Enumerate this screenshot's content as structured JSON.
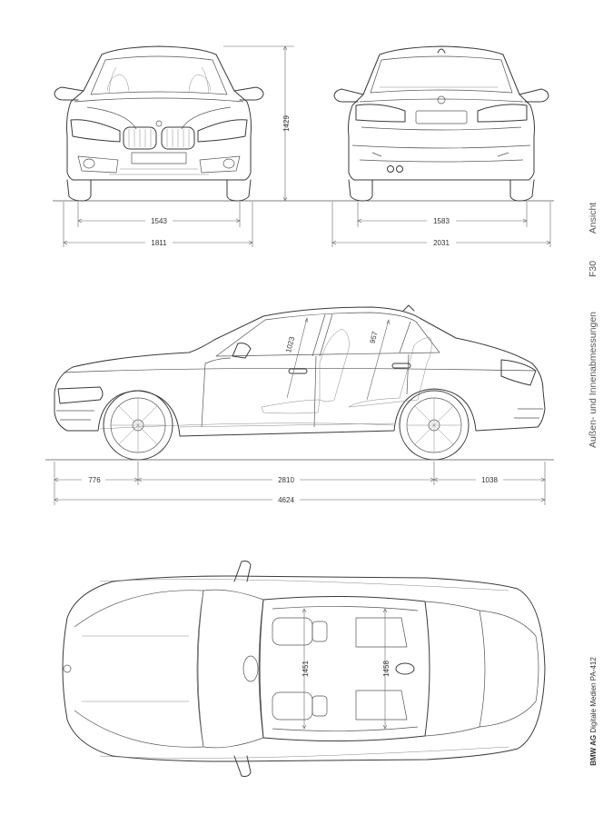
{
  "dimensions": {
    "front_track": "1543",
    "front_width": "1811",
    "rear_track": "1583",
    "mirror_width": "2031",
    "height": "1429",
    "front_headroom": "1023",
    "rear_headroom": "957",
    "front_overhang": "776",
    "wheelbase": "2810",
    "rear_overhang": "1038",
    "length": "4624",
    "front_shoulder": "1451",
    "rear_shoulder": "1458"
  },
  "side_text": {
    "view": "Ansicht",
    "model": "F30",
    "subtitle": "Außen- und Innenabmessungen",
    "brand": "BMW AG",
    "brand_rest": " Digitale Medien PA-412"
  }
}
